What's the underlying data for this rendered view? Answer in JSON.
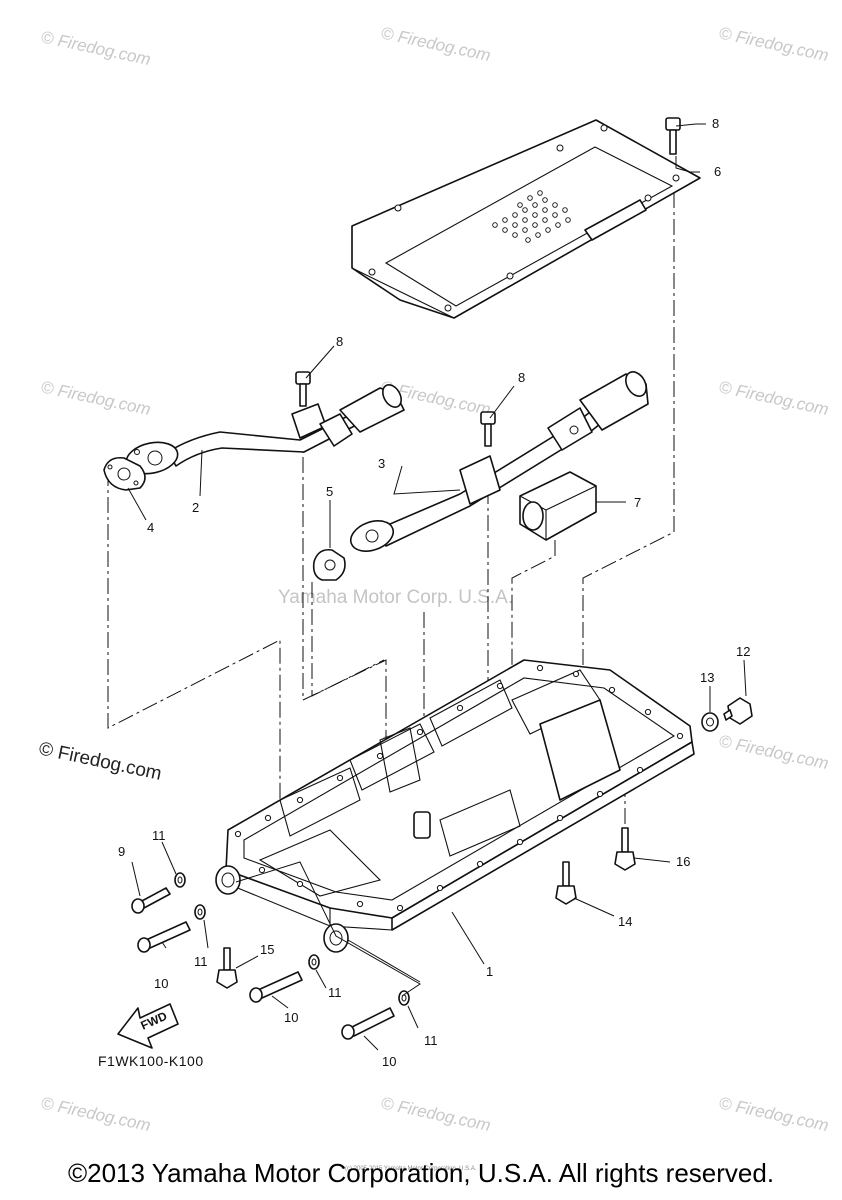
{
  "watermarks": {
    "site": "© Firedog.com",
    "center": "Yamaha Motor Corp. U.S.A.",
    "fine_print": "(c) 2005-2015 Yamaha Motor Corporation, U.S.A."
  },
  "diagram": {
    "code": "F1WK100-K100",
    "fwd_label": "FWD",
    "callouts": {
      "c1": "1",
      "c2": "2",
      "c3": "3",
      "c4": "4",
      "c5": "5",
      "c6": "6",
      "c7": "7",
      "c8a": "8",
      "c8b": "8",
      "c8c": "8",
      "c9": "9",
      "c10a": "10",
      "c10b": "10",
      "c10c": "10",
      "c11a": "11",
      "c11b": "11",
      "c11c": "11",
      "c11d": "11",
      "c12": "12",
      "c13": "13",
      "c14": "14",
      "c15": "15",
      "c16": "16"
    }
  },
  "footer": {
    "copyright": "©2013 Yamaha Motor Corporation, U.S.A. All rights reserved."
  }
}
